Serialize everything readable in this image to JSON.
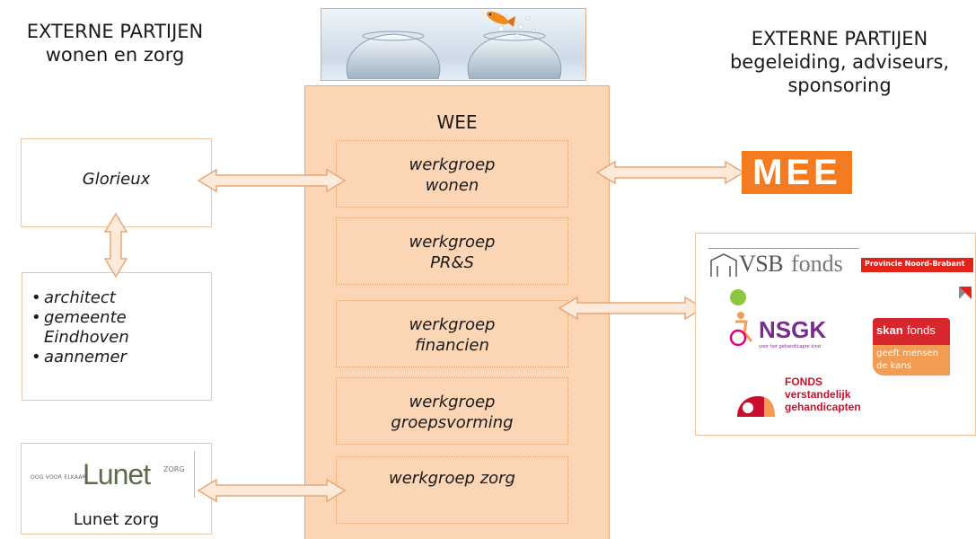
{
  "left_heading": {
    "line1": "EXTERNE PARTIJEN",
    "line2": "wonen en zorg"
  },
  "right_heading": {
    "line1": "EXTERNE PARTIJEN",
    "line2": "begeleiding, adviseurs,",
    "line3": "sponsoring"
  },
  "center": {
    "title": "WEE",
    "workgroups": [
      {
        "line1": "werkgroep",
        "line2": "wonen"
      },
      {
        "line1": "werkgroep",
        "line2": "PR&S"
      },
      {
        "line1": "werkgroep",
        "line2": "financien"
      },
      {
        "line1": "werkgroep",
        "line2": "groepsvorming"
      },
      {
        "line1": "werkgroep zorg",
        "line2": ""
      }
    ]
  },
  "left_boxes": {
    "glorieux": "Glorieux",
    "partners": [
      "architect",
      "gemeente Eindhoven",
      "aannemer"
    ],
    "lunet_caption": "Lunet zorg",
    "lunet_logo": {
      "tagline": "OOG VOOR ELKAAR",
      "word": "Lunet",
      "suffix": "ZORG"
    }
  },
  "right_logos": {
    "mee": "MEE",
    "vsb_bold": "VSB",
    "vsb_rest": "fonds",
    "provincie": "Provincie Noord-Brabant",
    "nsgk": "NSGK",
    "nsgk_tagline": "voor het gehandicapte kind",
    "skan_bold": "skan",
    "skan_rest": "fonds",
    "skan_tagline_1": "geeft mensen",
    "skan_tagline_2": "de kans",
    "fonds_1": "FONDS",
    "fonds_2": "verstandelijk",
    "fonds_3": "gehandicapten"
  },
  "colors": {
    "panel_fill": "#fcd5b4",
    "panel_border": "#e8a877",
    "arrow_fill": "#fdeada",
    "arrow_stroke": "#e8a877",
    "mee_orange": "#f47b20",
    "provincie_red": "#e2231a",
    "skan_red": "#d7262d",
    "skan_orange": "#f39c54",
    "nsgk_green": "#8dc63f",
    "fonds_red": "#c8102e"
  },
  "icons": [
    "fish-bowl-image",
    "double-arrow-icon",
    "vsb-building-icon",
    "wheelchair-icon"
  ]
}
